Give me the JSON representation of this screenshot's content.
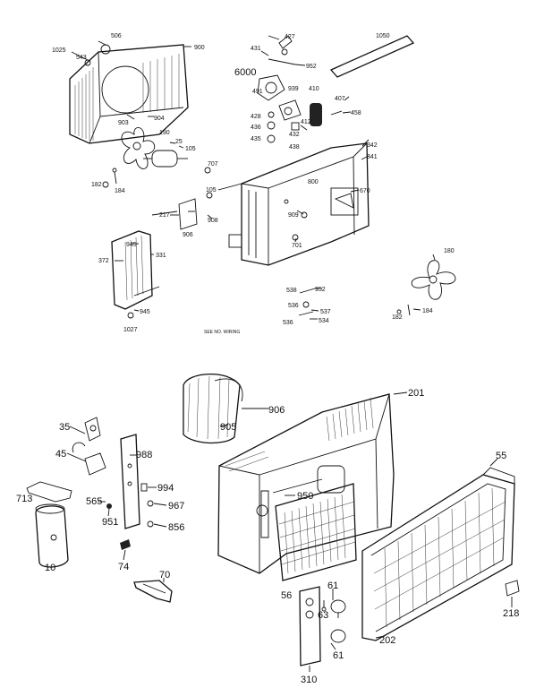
{
  "diagram": {
    "caption": "SEE NO. WIRING",
    "callouts": {
      "c506": "506",
      "c1025": "1025",
      "c543": "543",
      "c900": "900",
      "c427": "427",
      "c431": "431",
      "c952a": "952",
      "c1050": "1050",
      "c6000": "6000",
      "c491": "491",
      "c939": "939",
      "c410": "410",
      "c407": "407",
      "c458": "458",
      "c903": "903",
      "c904": "904",
      "c190": "190",
      "c25": "25",
      "c105": "105",
      "c428": "428",
      "c436": "436",
      "c432": "432",
      "c412": "412",
      "c435": "435",
      "c438": "438",
      "c342": "342",
      "c341": "341",
      "c707": "707",
      "c182a": "182",
      "c184a": "184",
      "c105b": "105",
      "c800": "800",
      "c670": "670",
      "c908": "908",
      "c909": "909",
      "c217": "217",
      "c906": "906",
      "c701": "701",
      "c180": "180",
      "c945": "945",
      "c372": "372",
      "c331": "331",
      "c538": "538",
      "c952b": "952",
      "c537": "537",
      "c536": "536",
      "c534": "534",
      "c182b": "182",
      "c184b": "184",
      "c945b": "945",
      "c1027": "1027",
      "c201": "201",
      "c906b": "906",
      "c905": "905",
      "c35": "35",
      "c45": "45",
      "c988": "988",
      "c994": "994",
      "c713": "713",
      "c565": "565",
      "c950": "950",
      "c967": "967",
      "c951": "951",
      "c856": "856",
      "c10": "10",
      "c74": "74",
      "c55": "55",
      "c70": "70",
      "c56": "56",
      "c61a": "61",
      "c63": "63",
      "c218": "218",
      "c61b": "61",
      "c202": "202",
      "c310": "310"
    }
  }
}
